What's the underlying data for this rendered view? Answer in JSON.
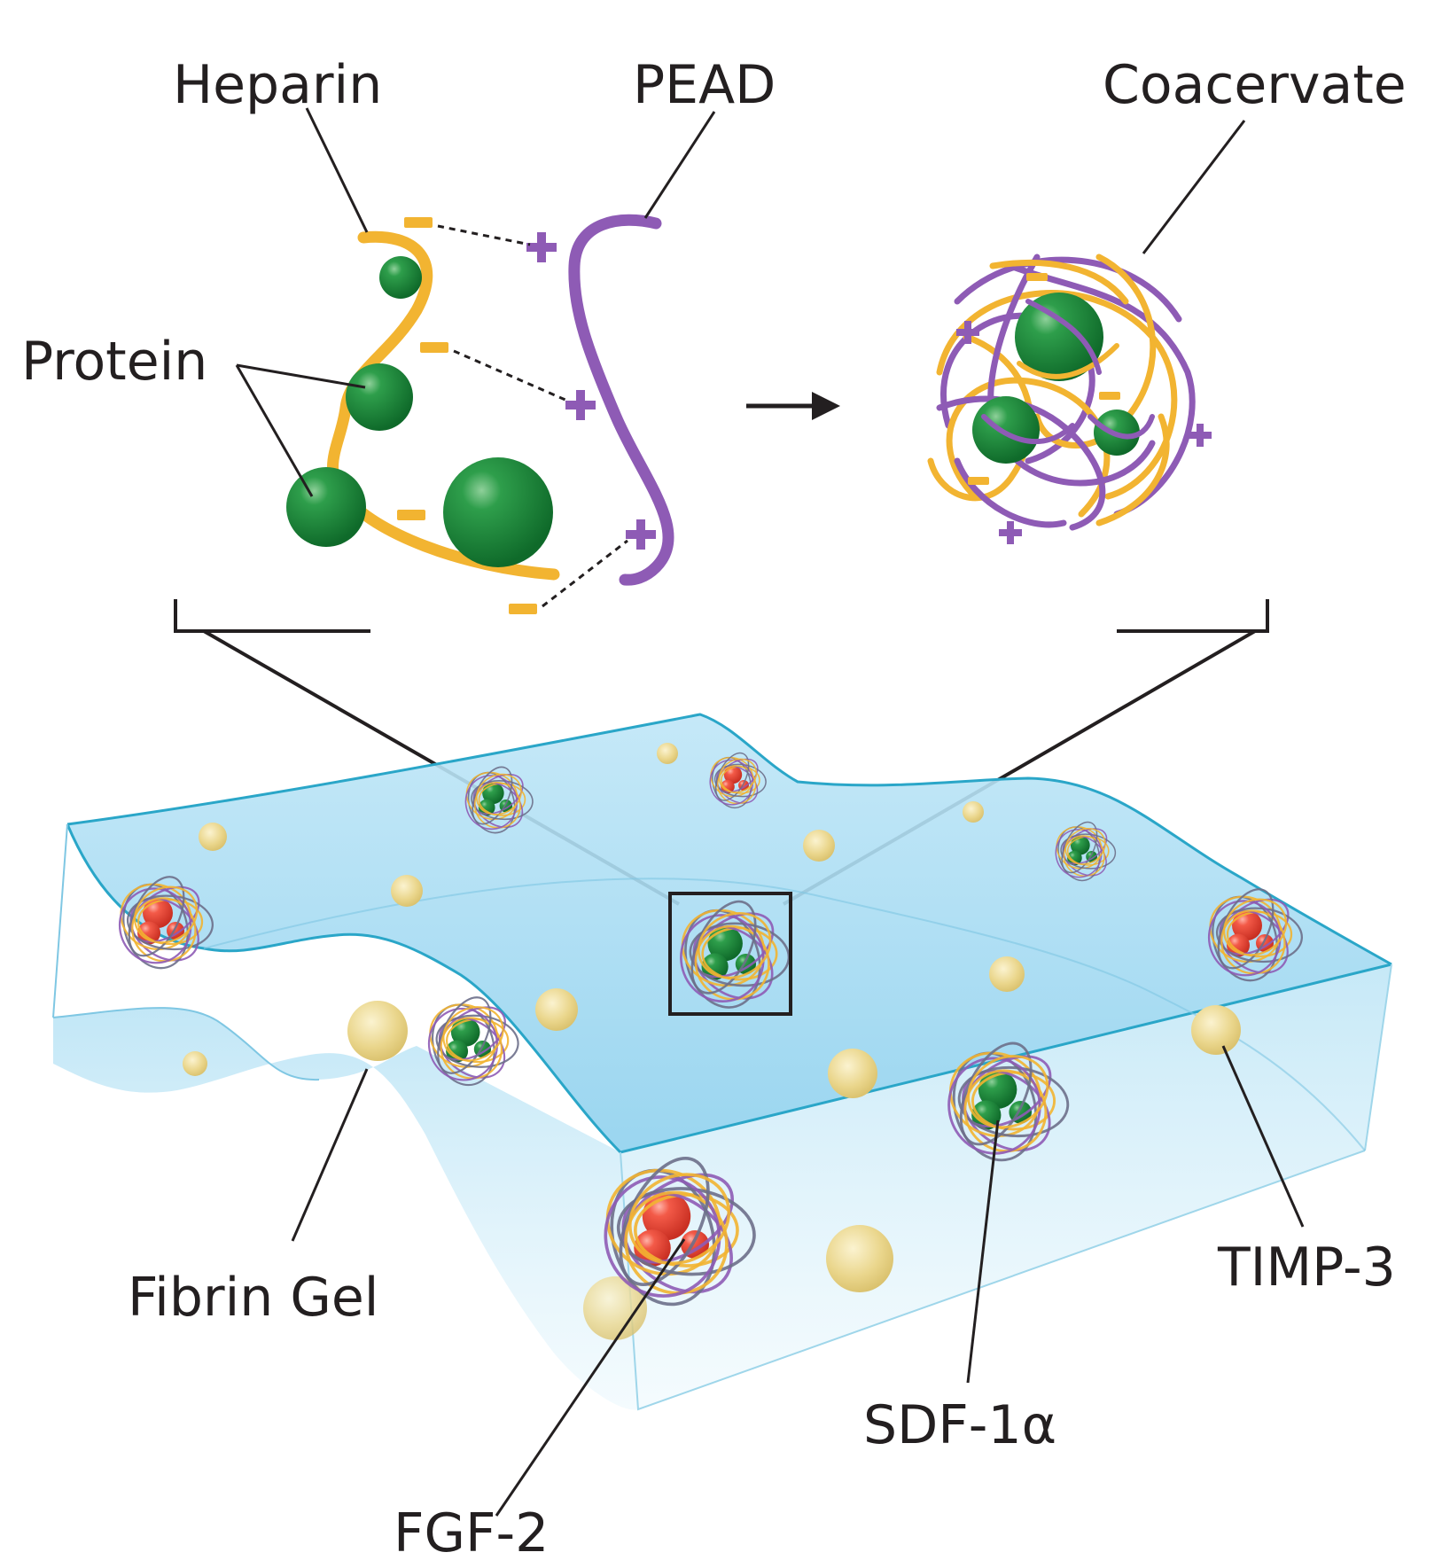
{
  "labels": {
    "heparin": "Heparin",
    "pead": "PEAD",
    "coacervate": "Coacervate",
    "protein": "Protein",
    "fibrin_gel": "Fibrin Gel",
    "fgf2": "FGF-2",
    "sdf1a": "SDF-1α",
    "timp3": "TIMP-3"
  },
  "colors": {
    "heparin": "#f2b431",
    "pead": "#8e5bb5",
    "protein": "#1e8b3a",
    "fgf2": "#ef4a3a",
    "timp3": "#e8d58a",
    "gel": "#a8dcf2",
    "gel_edge": "#2aa6c8",
    "line": "#231f20"
  },
  "charges": {
    "negative": "−",
    "positive": "+"
  }
}
